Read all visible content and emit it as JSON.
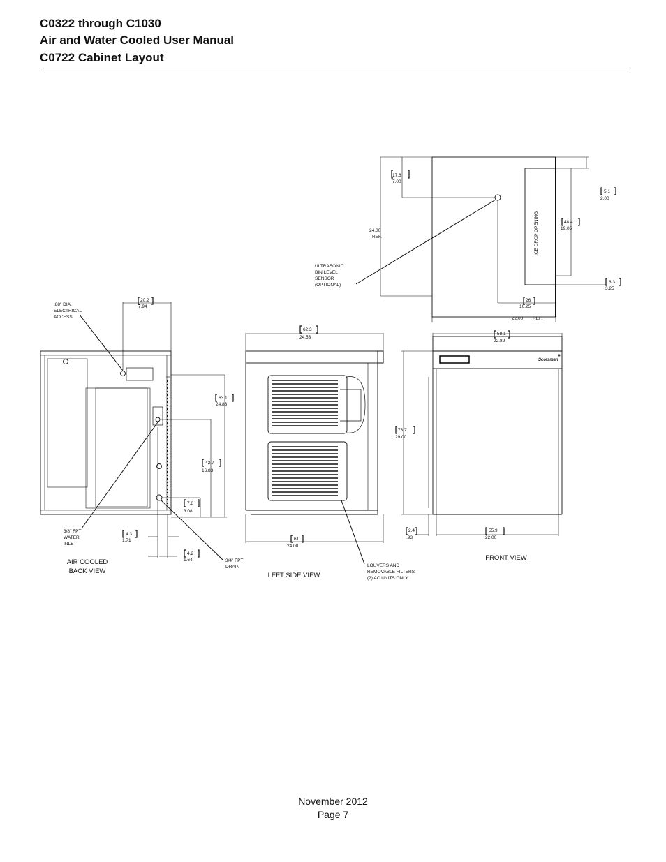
{
  "header": {
    "line1": "C0322 through C1030",
    "line2": "Air and Water Cooled User Manual",
    "line3": "C0722 Cabinet Layout"
  },
  "top_view": {
    "dim_17_8": {
      "metric": "17.8",
      "inch": "7.00"
    },
    "dim_24_ref": {
      "inch": "24.00",
      "ref": "REF."
    },
    "dim_5_1": {
      "metric": "5.1",
      "inch": "2.00"
    },
    "dim_48_4": {
      "metric": "48.4",
      "inch": "19.05"
    },
    "dim_8_3": {
      "metric": "8.3",
      "inch": "3.25"
    },
    "dim_26": {
      "metric": "26",
      "inch": "10.25"
    },
    "dim_22_ref": {
      "inch": "22.00",
      "ref": "REF."
    },
    "ice_drop_label": "ICE DROP OPENING",
    "sensor_label": [
      "ULTRASONIC",
      "BIN LEVEL",
      "SENSOR",
      "(OPTIONAL)"
    ]
  },
  "back_view": {
    "title": [
      "AIR COOLED",
      "BACK VIEW"
    ],
    "electrical_label": [
      ".88\" DIA.",
      "ELECTRICAL",
      "ACCESS"
    ],
    "water_label": [
      "3/8\" FPT",
      "WATER",
      "INLET"
    ],
    "drain_label": [
      "3/4\" FPT",
      "DRAIN"
    ],
    "dim_20_2": {
      "metric": "20.2",
      "inch": "7.94"
    },
    "dim_63_1": {
      "metric": "63.1",
      "inch": "24.83"
    },
    "dim_42_7": {
      "metric": "42.7",
      "inch": "16.83"
    },
    "dim_7_8": {
      "metric": "7.8",
      "inch": "3.08"
    },
    "dim_4_3": {
      "metric": "4.3",
      "inch": "1.71"
    },
    "dim_4_2": {
      "metric": "4.2",
      "inch": "1.64"
    }
  },
  "side_view": {
    "title": "LEFT SIDE VIEW",
    "dim_62_3": {
      "metric": "62.3",
      "inch": "24.53"
    },
    "dim_61": {
      "metric": "61",
      "inch": "24.00"
    },
    "louver_label": [
      "LOUVERS AND",
      "REMOVABLE FILTERS",
      "(2) AC UNITS ONLY"
    ]
  },
  "front_view": {
    "title": "FRONT VIEW",
    "brand": "Scotsman",
    "dim_58_1": {
      "metric": "58.1",
      "inch": "22.89"
    },
    "dim_73_7": {
      "metric": "73.7",
      "inch": "29.00"
    },
    "dim_2_4": {
      "metric": "2.4",
      "inch": ".93"
    },
    "dim_55_9": {
      "metric": "55.9",
      "inch": "22.00"
    }
  },
  "footer": {
    "date": "November 2012",
    "page": "Page 7"
  }
}
